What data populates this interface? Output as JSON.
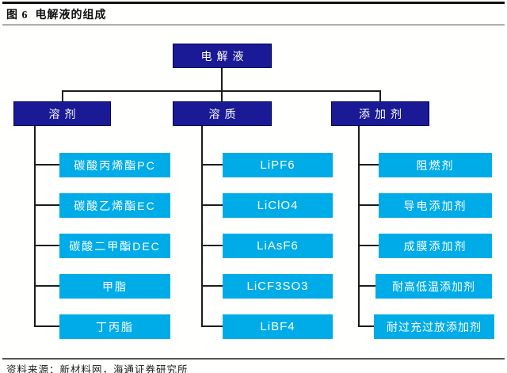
{
  "header": {
    "title": "图 6  电解液的组成"
  },
  "footer": {
    "source": "资料来源：新材料网，海通证券研究所"
  },
  "colors": {
    "navy": "#1a1a96",
    "navyBorder": "#000050",
    "cyan": "#00ace8",
    "line": "#1c1c1c"
  },
  "tree": {
    "root": {
      "label": "电解液"
    },
    "branches": [
      {
        "label": "溶剂",
        "children": [
          "碳酸丙烯酯PC",
          "碳酸乙烯酯EC",
          "碳酸二甲酯DEC",
          "甲脂",
          "丁丙脂"
        ]
      },
      {
        "label": "溶质",
        "children": [
          "LiPF6",
          "LiClO4",
          "LiAsF6",
          "LiCF3SO3",
          "LiBF4"
        ]
      },
      {
        "label": "添加剂",
        "children": [
          "阻燃剂",
          "导电添加剂",
          "成膜添加剂",
          "耐高低温添加剂",
          "耐过充过放添加剂"
        ]
      }
    ]
  }
}
